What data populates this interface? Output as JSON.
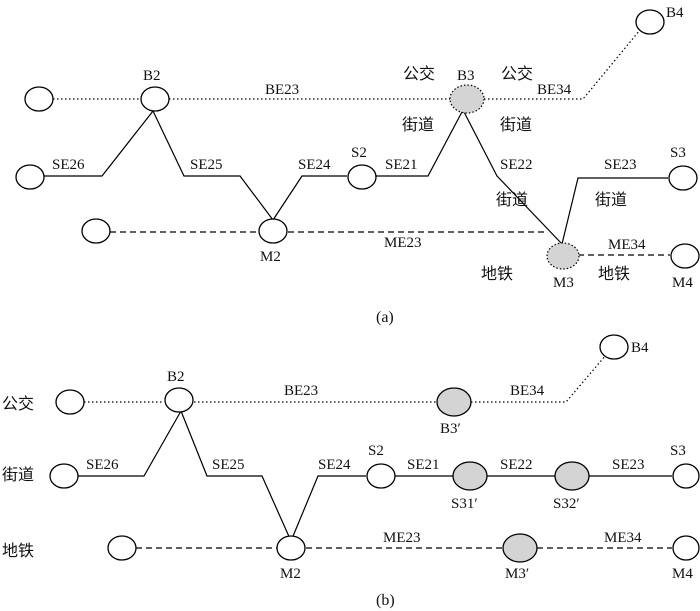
{
  "panel_a": {
    "caption": "(a)",
    "nodes": {
      "B2": "B2",
      "B3": "B3",
      "B4": "B4",
      "S2": "S2",
      "S3": "S3",
      "M2": "M2",
      "M3": "M3",
      "M4": "M4"
    },
    "edges": {
      "BE23": "BE23",
      "BE34": "BE34",
      "SE26": "SE26",
      "SE25": "SE25",
      "SE24": "SE24",
      "SE21": "SE21",
      "SE22": "SE22",
      "SE23": "SE23",
      "ME23": "ME23",
      "ME34": "ME34"
    },
    "annotations": {
      "bus_left": "公交",
      "bus_right": "公交",
      "street_1": "街道",
      "street_2": "街道",
      "street_3": "街道",
      "street_4": "街道",
      "subway_left": "地铁",
      "subway_right": "地铁"
    }
  },
  "panel_b": {
    "caption": "(b)",
    "row_labels": {
      "bus": "公交",
      "street": "街道",
      "subway": "地铁"
    },
    "nodes": {
      "B2": "B2",
      "B3p": "B3′",
      "B4": "B4",
      "S2": "S2",
      "S31p": "S31′",
      "S32p": "S32′",
      "S3": "S3",
      "M2": "M2",
      "M3p": "M3′",
      "M4": "M4"
    },
    "edges": {
      "BE23": "BE23",
      "BE34": "BE34",
      "SE26": "SE26",
      "SE25": "SE25",
      "SE24": "SE24",
      "SE21": "SE21",
      "SE22": "SE22",
      "SE23": "SE23",
      "ME23": "ME23",
      "ME34": "ME34"
    }
  },
  "colors": {
    "shaded_node": "#d4d4d4",
    "line": "#000000"
  }
}
